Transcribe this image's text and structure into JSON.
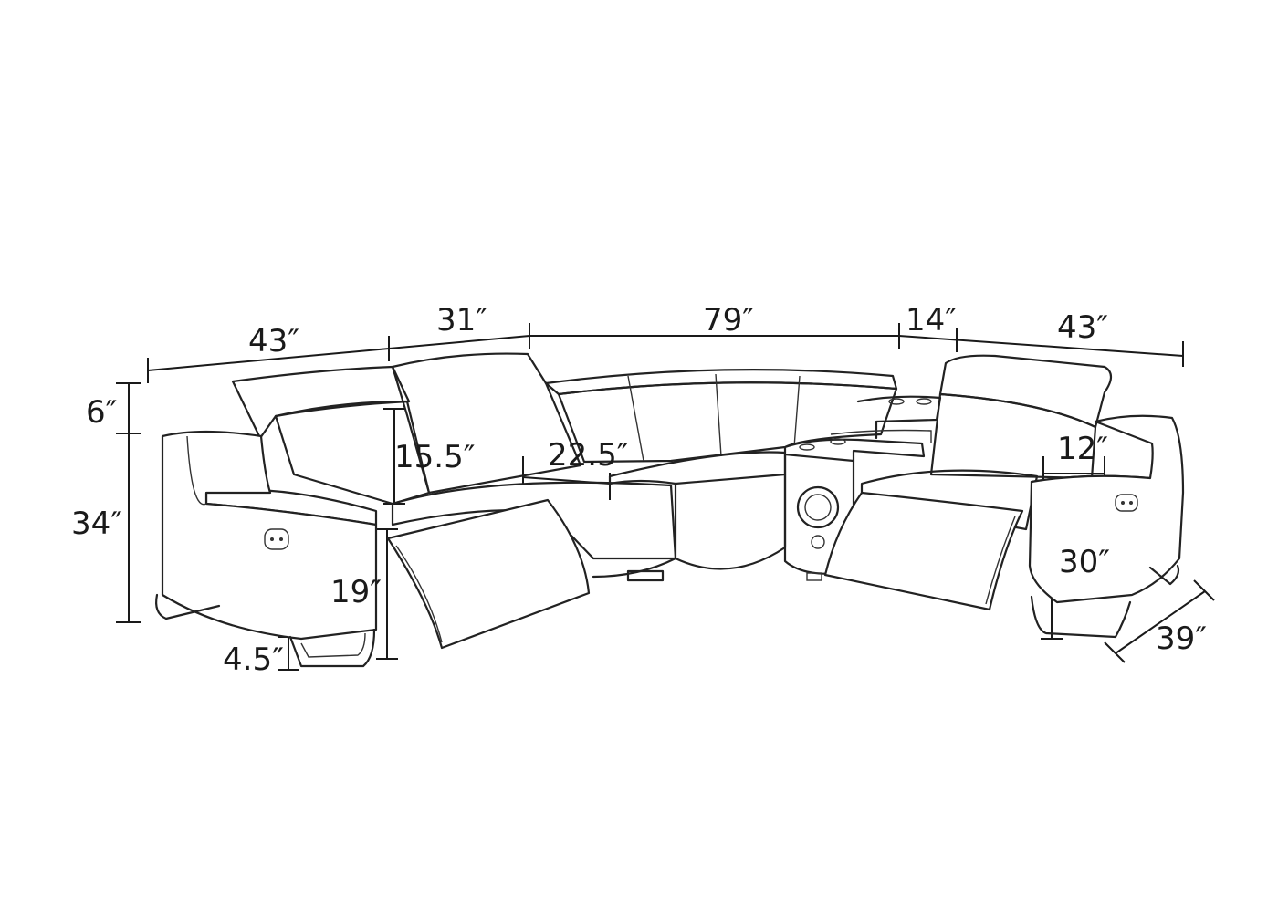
{
  "diagram": {
    "dimensions": {
      "top_left_width": "43″",
      "top_second_width": "31″",
      "top_middle_width": "79″",
      "top_console_width": "14″",
      "top_right_width": "43″",
      "headrest_height": "6″",
      "back_height": "34″",
      "seat_back_height": "15.5″",
      "seat_depth": "22.5″",
      "seat_height": "19″",
      "leg_height": "4.5″",
      "arm_width": "12″",
      "arm_height": "30″",
      "depth": "39″"
    },
    "colors": {
      "line": "#1a1a1a",
      "background": "#ffffff"
    }
  }
}
